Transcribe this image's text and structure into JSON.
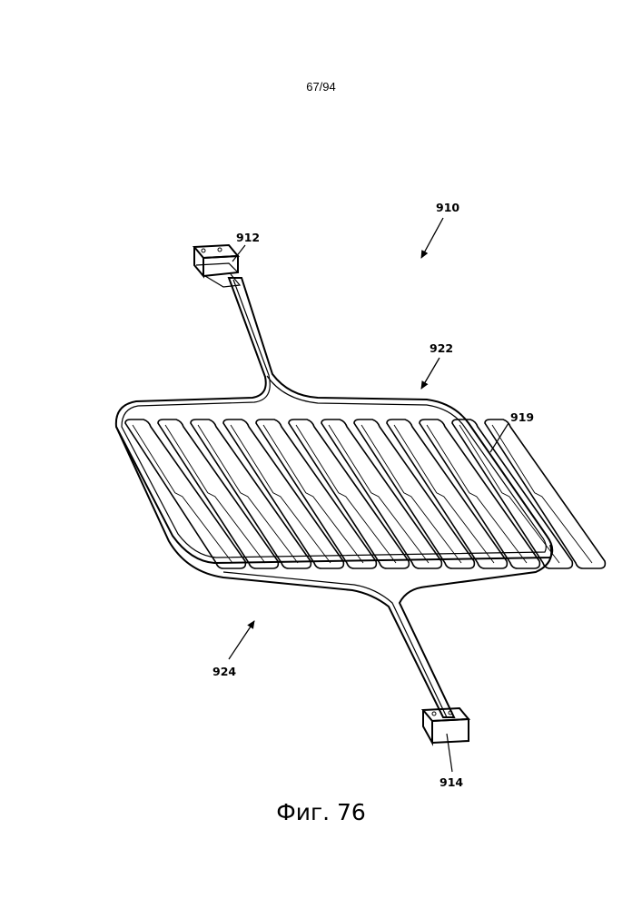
{
  "page_number": "67/94",
  "caption": "Фиг. 76",
  "reference_labels": {
    "assembly": "910",
    "top_connector": "912",
    "bottom_connector": "914",
    "fin": "919",
    "top_edge": "922",
    "bottom_side": "924"
  },
  "fin_count": 12
}
